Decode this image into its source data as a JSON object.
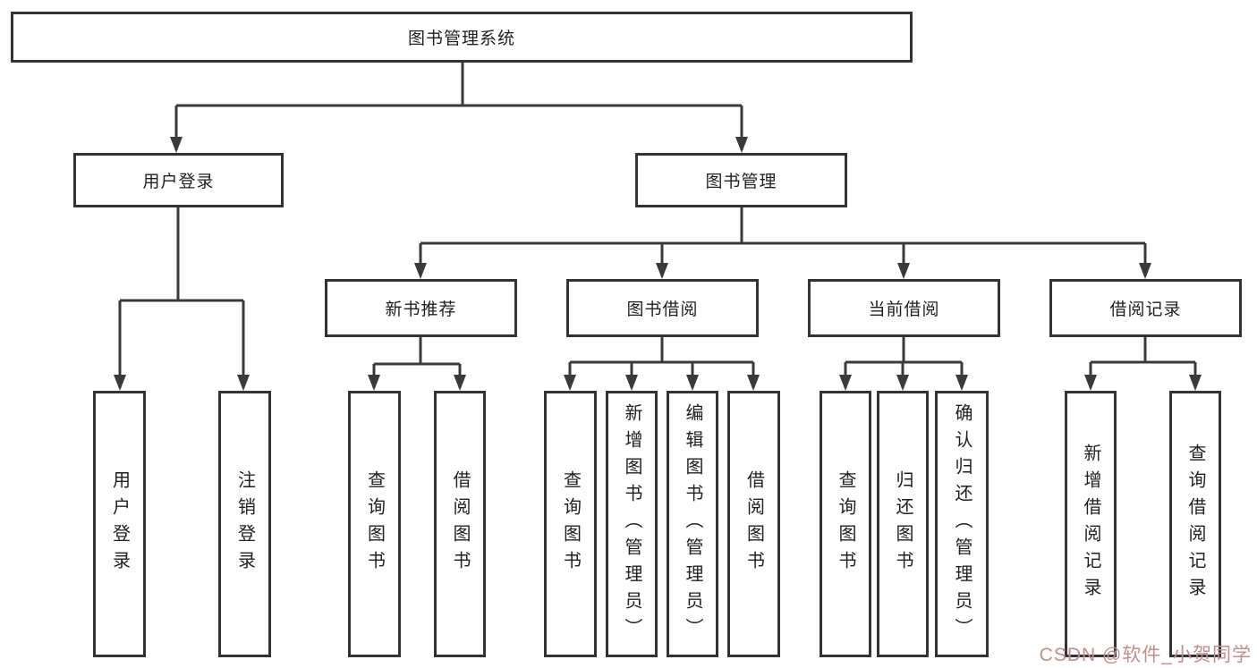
{
  "diagram": {
    "root": {
      "label": "图书管理系统"
    },
    "branches": [
      {
        "label": "用户登录",
        "children": [
          {
            "label": "用户登录"
          },
          {
            "label": "注销登录"
          }
        ]
      },
      {
        "label": "图书管理",
        "children": [
          {
            "label": "新书推荐",
            "children": [
              {
                "label": "查询图书"
              },
              {
                "label": "借阅图书"
              }
            ]
          },
          {
            "label": "图书借阅",
            "children": [
              {
                "label": "查询图书"
              },
              {
                "label": "新增图书（管理员）"
              },
              {
                "label": "编辑图书（管理员）"
              },
              {
                "label": "借阅图书"
              }
            ]
          },
          {
            "label": "当前借阅",
            "children": [
              {
                "label": "查询图书"
              },
              {
                "label": "归还图书"
              },
              {
                "label": "确认归还（管理员）"
              }
            ]
          },
          {
            "label": "借阅记录",
            "children": [
              {
                "label": "新增借阅记录"
              },
              {
                "label": "查询借阅记录"
              }
            ]
          }
        ]
      }
    ]
  },
  "watermark": {
    "text": "CSDN @软件_小贺同学",
    "color": "#c08f8c"
  },
  "colors": {
    "background": "#ffffff",
    "box_border": "#333333",
    "connector_line": "#3a3a3a",
    "text": "#1f1f1f"
  }
}
